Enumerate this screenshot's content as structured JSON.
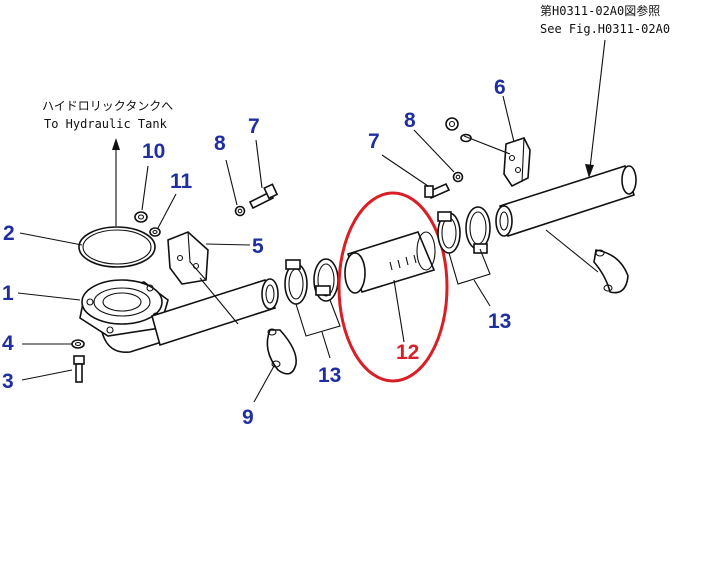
{
  "references": {
    "hydraulic_tank_jp": "ハイドロリックタンクへ",
    "hydraulic_tank_en": "To Hydraulic Tank",
    "see_fig_jp": "第H0311-02A0図参照",
    "see_fig_en": "See Fig.H0311-02A0"
  },
  "callouts": {
    "n1": "1",
    "n2": "2",
    "n3": "3",
    "n4": "4",
    "n5": "5",
    "n6": "6",
    "n7a": "7",
    "n7b": "7",
    "n8a": "8",
    "n8b": "8",
    "n9": "9",
    "n10": "10",
    "n11": "11",
    "n12": "12",
    "n13a": "13",
    "n13b": "13"
  },
  "colors": {
    "callout": "#1f2f9f",
    "highlight": "#d81f26",
    "line": "#111111"
  }
}
